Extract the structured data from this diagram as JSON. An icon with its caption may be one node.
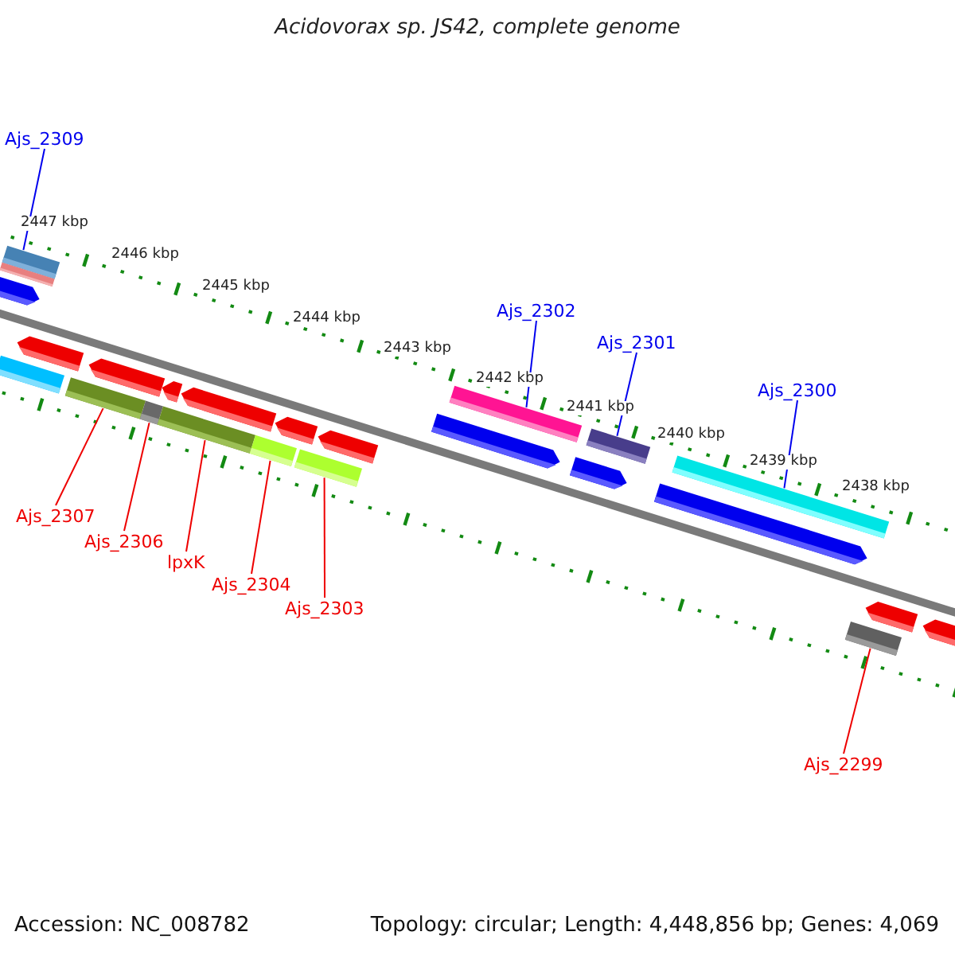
{
  "diagram": {
    "title": "Acidovorax sp. JS42, complete genome",
    "nodes": [
      {
        "text": [
          "Ajs_2309"
        ]
      },
      {
        "text": [
          "Ajs_2302"
        ]
      },
      {
        "text": [
          "Ajs_2301"
        ]
      },
      {
        "text": [
          "Ajs_2300"
        ]
      },
      {
        "text": [
          "Ajs_2307"
        ]
      },
      {
        "text": [
          "Ajs_2306"
        ]
      },
      {
        "text": [
          "lpxK"
        ]
      },
      {
        "text": [
          "Ajs_2304"
        ]
      },
      {
        "text": [
          "Ajs_2303"
        ]
      },
      {
        "text": [
          "Ajs_2299"
        ]
      },
      {
        "text": [],
        "shape": "bar"
      },
      {
        "text": [],
        "shape": "bar"
      },
      {
        "text": [],
        "shape": "bar"
      },
      {
        "text": [],
        "shape": "bar"
      },
      {
        "text": [],
        "shape": "bar"
      },
      {
        "text": [],
        "shape": "bar"
      },
      {
        "text": [],
        "shape": "bar"
      },
      {
        "text": [],
        "shape": "bar"
      },
      {
        "text": [],
        "shape": "bar"
      },
      {
        "text": [],
        "shape": "bar"
      },
      {
        "text": [],
        "shape": "bar"
      },
      {
        "text": [],
        "shape": "bar"
      },
      {
        "text": [],
        "shape": "bar"
      },
      {
        "text": [],
        "shape": "bar"
      },
      {
        "text": [],
        "shape": "bar"
      },
      {
        "text": [],
        "shape": "bar"
      },
      {
        "text": [],
        "shape": "bar"
      },
      {
        "text": [],
        "shape": "bar"
      },
      {
        "text": [],
        "shape": "bar"
      },
      {
        "text": [],
        "shape": "bar"
      },
      {
        "text": [],
        "shape": "bar"
      },
      {
        "text": [],
        "shape": "bar"
      },
      {
        "text": [],
        "shape": "bar"
      },
      {
        "text": [],
        "shape": "bar"
      }
    ],
    "edges": [
      {
        "from": 0,
        "to": 10,
        "arrow": "none",
        "color": "#0000ee"
      },
      {
        "from": 1,
        "to": 13,
        "arrow": "none",
        "color": "#0000ee"
      },
      {
        "from": 2,
        "to": 14,
        "arrow": "none",
        "color": "#0000ee"
      },
      {
        "from": 3,
        "to": 15,
        "arrow": "none",
        "color": "#0000ee"
      },
      {
        "from": 4,
        "to": 28,
        "arrow": "none"
      },
      {
        "from": 5,
        "to": 29,
        "arrow": "none"
      },
      {
        "from": 6,
        "to": 30,
        "arrow": "none"
      },
      {
        "from": 7,
        "to": 31,
        "arrow": "none"
      },
      {
        "from": 8,
        "to": 32,
        "arrow": "none"
      },
      {
        "from": 9,
        "to": 33,
        "arrow": "none"
      }
    ],
    "labels": [
      "2447 kbp",
      "2446 kbp",
      "2445 kbp",
      "2444 kbp",
      "2443 kbp",
      "2442 kbp",
      "2441 kbp",
      "2440 kbp",
      "2439 kbp",
      "2438 kbp",
      "Accession: NC_008782",
      "Topology: circular; Length: 4,448,856 bp; Genes: 4,069"
    ]
  }
}
